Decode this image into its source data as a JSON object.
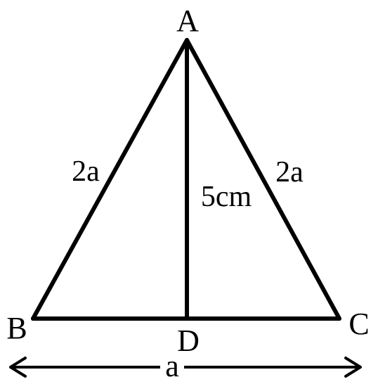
{
  "diagram": {
    "vertices": {
      "A": "A",
      "B": "B",
      "C": "C",
      "D": "D"
    },
    "labels": {
      "side_ab": "2a",
      "side_ac": "2a",
      "altitude_ad": "5cm",
      "base_bc": "a"
    },
    "colors": {
      "stroke": "#000000",
      "background": "#ffffff"
    }
  }
}
